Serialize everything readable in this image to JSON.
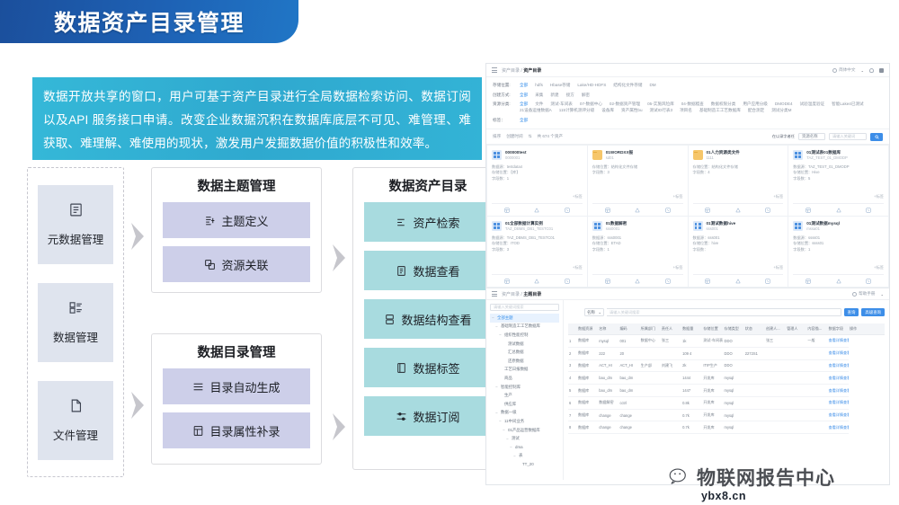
{
  "banner": {
    "title": "数据资产目录管理"
  },
  "intro": {
    "text": "数据开放共享的窗口，用户可基于资产目录进行全局数据检索访问、数据订阅以及API 服务接口申请。改变企业数据沉积在数据库底层不可见、难管理、难获取、难理解、难使用的现状，激发用户发掘数据价值的积极性和效率。"
  },
  "diagram": {
    "sources": [
      {
        "label": "元数据管理",
        "icon": "metadata-icon"
      },
      {
        "label": "数据管理",
        "icon": "database-list-icon"
      },
      {
        "label": "文件管理",
        "icon": "file-icon"
      }
    ],
    "panels": [
      {
        "title": "数据主题管理",
        "items": [
          {
            "label": "主题定义",
            "icon": "subject-define-icon"
          },
          {
            "label": "资源关联",
            "icon": "resource-link-icon"
          }
        ]
      },
      {
        "title": "数据目录管理",
        "items": [
          {
            "label": "目录自动生成",
            "icon": "list-icon"
          },
          {
            "label": "目录属性补录",
            "icon": "attribute-icon"
          }
        ]
      },
      {
        "title": "数据资产目录",
        "items": [
          {
            "label": "资产检索",
            "icon": "search-list-icon"
          },
          {
            "label": "数据查看",
            "icon": "document-icon"
          },
          {
            "label": "数据结构查看",
            "icon": "structure-icon"
          },
          {
            "label": "数据标签",
            "icon": "tag-icon"
          },
          {
            "label": "数据订阅",
            "icon": "subscribe-icon"
          }
        ]
      }
    ]
  },
  "app": {
    "breadcrumb": {
      "parent": "资产目录",
      "sep": " / ",
      "current": "资产目录"
    },
    "topbar_right": [
      {
        "label": "简体中文",
        "icon": "globe-icon"
      },
      {
        "label": "",
        "icon": "chevron-down-icon"
      },
      {
        "label": "",
        "icon": "bell-icon"
      },
      {
        "label": "",
        "icon": "avatar-icon"
      }
    ],
    "filters": [
      {
        "label": "存储位置:",
        "values": [
          "全部",
          "hdfs",
          "Hbase存储",
          "Lake/HD-HDFS",
          "结构化文件存储",
          "DM"
        ],
        "active": 0
      },
      {
        "label": "创建方式:",
        "values": [
          "全部",
          "采集",
          "新建",
          "接方",
          "解密"
        ],
        "active": 0
      },
      {
        "label": "资源分类:",
        "values": [
          "全部",
          "文件",
          "测试-车间表",
          "07-数据中心",
          "02-数据资产管理",
          "05-实施风险库",
          "04-数据稽查",
          "数据权限分类",
          "用户应用分级",
          "DMODE4",
          "试验温度验证",
          "智能Lake4已测试",
          "21设备运维数据A",
          "115计算机测评分级",
          "设备库",
          "资产属性bu",
          "测试ID行表3",
          "项目名",
          "基础制造工工艺数据库",
          "配合测定",
          "测试分类M"
        ],
        "active": 0
      },
      {
        "label": "标签：",
        "values": [
          "全部"
        ],
        "active": 0
      }
    ],
    "searchbar": {
      "left": [
        "排序",
        "创建时间",
        "共 674 个资产"
      ],
      "sort_field": "创建时间",
      "count_text": "共 674 个资产",
      "right_label": "在以录字者任",
      "right_select": "资源名称",
      "right_placeholder": "请输入关键词",
      "search_icon": "search-icon"
    },
    "cards": [
      {
        "icon": "grid-icon",
        "title": "000000test",
        "sub": "0000001",
        "meta": [
          "数据源：testdata4",
          "存储位置：【库】",
          "字段数：1"
        ],
        "tag": "+标签"
      },
      {
        "icon": "folder-icon",
        "title": "01WORDXX报",
        "sub": "sd01",
        "meta": [
          "存储位置：结构化文件存储",
          "字段数：3"
        ],
        "tag": "+标签"
      },
      {
        "icon": "folder-icon",
        "title": "01人力资源类文件",
        "sub": "1111",
        "meta": [
          "存储位置：结构化文件存储",
          "字段数：4"
        ],
        "tag": "+标签"
      },
      {
        "icon": "grid-icon",
        "title": "01测试表01数据库",
        "sub": "TAZ_TEST_01_DMODP",
        "meta": [
          "数据源：TAZ_TEST_01_DMODP",
          "存储位置：Hive",
          "字段数：5"
        ],
        "tag": "+标签"
      },
      {
        "icon": "grid-icon",
        "title": "01全部数据计算实例",
        "sub": "TAZ_DBMS_DB1_TESTC01",
        "meta": [
          "数据源：TAZ_DBMS_DB1_TESTC01",
          "存储位置：ITOD",
          "字段数：3"
        ],
        "tag": "+标签"
      },
      {
        "icon": "grid-icon",
        "title": "01数据解密",
        "sub": "sss0001",
        "meta": [
          "数据源：sss0001",
          "存储位置：ETAD",
          "字段数：1"
        ],
        "tag": "+标签"
      },
      {
        "icon": "grid-icon",
        "title": "01测试数据hive",
        "sub": "sss001",
        "meta": [
          "数据源：sss001",
          "存储位置：hive",
          "字段数："
        ],
        "tag": "+标签"
      },
      {
        "icon": "grid-icon",
        "title": "01测试数据mysql",
        "sub": "mssa01",
        "meta": [
          "数据源：ssss01",
          "存储位置：ssss01",
          "字段数：1"
        ],
        "tag": "+标签"
      }
    ],
    "lower": {
      "breadcrumb": {
        "parent": "资产目录",
        "sep": " / ",
        "current": "主题目录"
      },
      "topbar_right": [
        {
          "label": "帮助手册",
          "icon": "help-icon"
        },
        {
          "label": "",
          "icon": "chevron-down-icon"
        }
      ],
      "tree_search_placeholder": "请输入关键词搜索",
      "tree": [
        {
          "label": "全部主题",
          "level": 0,
          "caret": "−",
          "selected": true
        },
        {
          "label": "基础制造工工艺数据库",
          "level": 1,
          "caret": "−",
          "selected": false
        },
        {
          "label": "组织性能控制",
          "level": 2,
          "caret": "−",
          "selected": false
        },
        {
          "label": "测试数据",
          "level": 3,
          "caret": "",
          "selected": false
        },
        {
          "label": "汇总数据",
          "level": 3,
          "caret": "",
          "selected": false
        },
        {
          "label": "还原数据",
          "level": 3,
          "caret": "",
          "selected": false
        },
        {
          "label": "工艺日报数据",
          "level": 2,
          "caret": "",
          "selected": false
        },
        {
          "label": "商品",
          "level": 2,
          "caret": "",
          "selected": false
        },
        {
          "label": "智能控制库",
          "level": 1,
          "caret": "−",
          "selected": false
        },
        {
          "label": "生产",
          "level": 2,
          "caret": "",
          "selected": false
        },
        {
          "label": "供应库",
          "level": 2,
          "caret": "",
          "selected": false
        },
        {
          "label": "数据一级",
          "level": 1,
          "caret": "−",
          "selected": false
        },
        {
          "label": "11中间业务",
          "level": 2,
          "caret": "−",
          "selected": false
        },
        {
          "label": "01产品运营数据库",
          "level": 3,
          "caret": "−",
          "selected": false
        },
        {
          "label": "测试",
          "level": 4,
          "caret": "−",
          "selected": false
        },
        {
          "label": "dma",
          "level": 5,
          "caret": "−",
          "selected": false
        },
        {
          "label": "表",
          "level": 6,
          "caret": "−",
          "selected": false
        },
        {
          "label": "TT_20",
          "level": 7,
          "caret": "",
          "selected": false
        }
      ],
      "search": {
        "select": "名称",
        "placeholder": "请输入关键词搜索",
        "buttons": [
          "查询",
          "高级查询"
        ]
      },
      "table": {
        "columns": [
          "",
          "数据资源",
          "名称",
          "编码",
          "所属部门",
          "责任人",
          "数据量",
          "存储位置",
          "存储类型",
          "状态",
          "创建人...",
          "管理人",
          "内容描...",
          "数据字段",
          "操作"
        ],
        "rows": [
          [
            "1",
            "数据库",
            "mysql",
            "001",
            "数据中心",
            "张三",
            "1k",
            "测试-车间表",
            "DDO",
            "",
            "张三",
            "",
            "一般",
            "查看详情查看 查看详情"
          ],
          [
            "2",
            "数据库",
            "222",
            "20",
            "",
            "",
            "109 4",
            "",
            "DDO",
            "2272S1",
            "",
            "",
            "",
            "查看详情查看 查看详情"
          ],
          [
            "3",
            "数据库",
            "ACT_HI",
            "ACT_HI",
            "生产部",
            "刘建飞",
            "2k",
            "ITIP生产",
            "DDO",
            "",
            "",
            "",
            "",
            "查看详情查看 查看详情"
          ],
          [
            "4",
            "数据库",
            "bao_dm",
            "bao_dm",
            "",
            "",
            "1444",
            "开发库",
            "mysql",
            "",
            "",
            "",
            "",
            "查看详情查看 查看详情"
          ],
          [
            "5",
            "数据库",
            "bao_dm",
            "bao_dm",
            "",
            "",
            "1447",
            "开发库",
            "mysql",
            "",
            "",
            "",
            "",
            "查看详情查看 查看详情"
          ],
          [
            "6",
            "数据库",
            "数据解密",
            "cctrl",
            "",
            "",
            "0.8k",
            "开发库",
            "mysql",
            "",
            "",
            "",
            "",
            "查看详情查看 查看详情"
          ],
          [
            "7",
            "数据库",
            "change",
            "change",
            "",
            "",
            "0.7k",
            "开发库",
            "mysql",
            "",
            "",
            "",
            "",
            "查看详情查看 查看详情"
          ],
          [
            "8",
            "数据库",
            "change",
            "change",
            "",
            "",
            "0.7k",
            "开发库",
            "mysql",
            "",
            "",
            "",
            "",
            "查看详情查看 查看详情"
          ]
        ]
      }
    }
  },
  "watermark": {
    "text": "物联网报告中心",
    "sub": "ybx8.cn"
  }
}
